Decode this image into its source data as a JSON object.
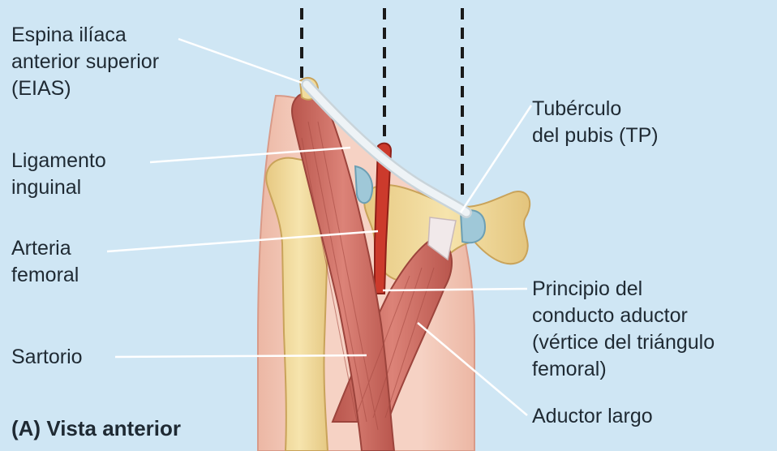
{
  "labels": {
    "eias": [
      "Espina ilíaca",
      "anterior superior",
      "(EIAS)"
    ],
    "ligamento": [
      "Ligamento",
      "inguinal"
    ],
    "arteria": [
      "Arteria",
      "femoral"
    ],
    "sartorio": [
      "Sartorio"
    ],
    "tuberculo": [
      "Tubérculo",
      "del pubis (TP)"
    ],
    "principio": [
      "Principio del",
      "conducto aductor",
      "(vértice del triángulo",
      "femoral)"
    ],
    "aductor": [
      "Aductor largo"
    ]
  },
  "caption": "(A) Vista anterior",
  "colors": {
    "background": "#cfe6f4",
    "skin": "#f2c7b8",
    "bone": "#f1dc9c",
    "muscle": "#cf6f64",
    "artery": "#cc3a2c",
    "ligament": "#eaf0f3",
    "cartilage": "#9fc8d8",
    "leader": "#ffffff",
    "text": "#1f2a33"
  }
}
